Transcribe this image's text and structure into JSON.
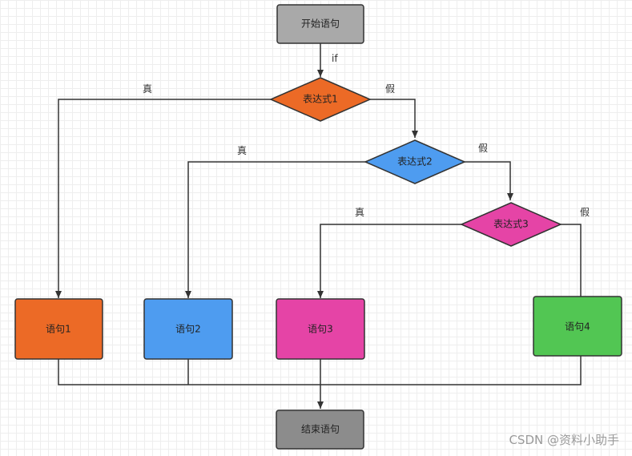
{
  "nodes": {
    "start": {
      "label": "开始语句",
      "color": "#a9a9a9"
    },
    "cond1": {
      "label": "表达式1",
      "color": "#ec6a26"
    },
    "cond2": {
      "label": "表达式2",
      "color": "#4e9cf0"
    },
    "cond3": {
      "label": "表达式3",
      "color": "#e544a6"
    },
    "stmt1": {
      "label": "语句1",
      "color": "#ec6a26"
    },
    "stmt2": {
      "label": "语句2",
      "color": "#4e9cf0"
    },
    "stmt3": {
      "label": "语句3",
      "color": "#e544a6"
    },
    "stmt4": {
      "label": "语句4",
      "color": "#52c653"
    },
    "end": {
      "label": "结束语句",
      "color": "#8c8c8c"
    }
  },
  "edges": {
    "if_label": "if",
    "true_label": "真",
    "false_label": "假"
  },
  "watermark": "CSDN @资料小助手"
}
